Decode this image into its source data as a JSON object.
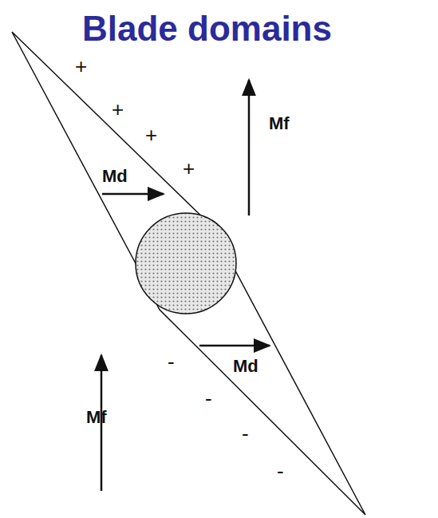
{
  "diagram": {
    "title": "Blade domains",
    "labels": [
      "+",
      "+",
      "+",
      "+",
      "Md",
      "Mf",
      "Md",
      "Mf",
      "-",
      "-",
      "-",
      "-"
    ]
  }
}
